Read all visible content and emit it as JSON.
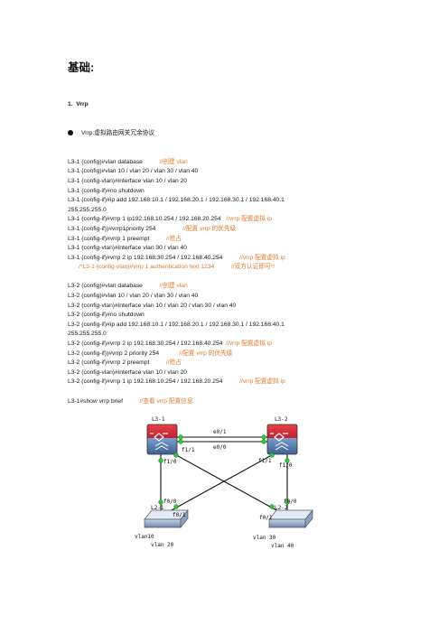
{
  "heading": "基础:",
  "section": {
    "number": "1.",
    "title": "Vrrp"
  },
  "intro": "Vrrp:虚拟路由网关冗余协议",
  "lines": [
    {
      "cmd": "L3-1 (config)#vlan database",
      "pad": "          ",
      "comment": "//创建 vlan"
    },
    {
      "cmd": "L3-1 (config)#vlan 10 / vlan 20 / vlan 30 / vlan 40",
      "pad": "",
      "comment": ""
    },
    {
      "cmd": "L3-1 (config-vlan)#interface vlan 10 / vlan 20",
      "pad": "",
      "comment": ""
    },
    {
      "cmd": "L3-1 (config-if)#no shutdown",
      "pad": "",
      "comment": ""
    },
    {
      "cmd": "L3-1 (config-if)#ip add 192.168.10.1 / 192.168.20.1 / 192.168.30.1 / 192.168.40.1",
      "pad": "",
      "comment": ""
    },
    {
      "cmd": "255.255.255.0",
      "pad": "",
      "comment": ""
    },
    {
      "cmd": "L3-1 (config-if)#vrrp 1 ip192.168.10.254 / 192.168.20.254",
      "pad": "   ",
      "comment": "//vrrp 配置虚拟 ip"
    },
    {
      "cmd": "L3-1 (config-if))#vrrp1priority 254",
      "pad": "                ",
      "comment": "//配置 vrrp 的优先级"
    },
    {
      "cmd": "L3-1 (config-if)#vrrp 1 preempt",
      "pad": "          ",
      "comment": "//抢占"
    },
    {
      "cmd": "L3-1 (config-vlan)#interface vlan 30 / vlan 40",
      "pad": "",
      "comment": ""
    },
    {
      "cmd": "L3-1 (config-if)#vrrp 2 ip 192.168.30.254 / 192.168.40.254",
      "pad": "          ",
      "comment": "//vrrp 配置虚拟 ip"
    },
    {
      "cmd": "",
      "pad": "",
      "comment": "/*L3-1 (config-vlan)#vrrp 1 authentication text 1234          //双方认证即可*/",
      "indent": true
    },
    {
      "cmd": "",
      "pad": "",
      "comment": "",
      "gap": true
    },
    {
      "cmd": "L3-2 (config)#vlan database",
      "pad": "          ",
      "comment": "//创建 vlan"
    },
    {
      "cmd": "L3-2 (config)#vlan 10 / vlan 20 / vlan 30 / vlan 40",
      "pad": "",
      "comment": ""
    },
    {
      "cmd": "L3-2 (config-vlan)#interface vlan 10 / vlan 20 / vlan 30 / vlan 40",
      "pad": "",
      "comment": ""
    },
    {
      "cmd": "L3-2 (config-if)#no shutdown",
      "pad": "",
      "comment": ""
    },
    {
      "cmd": "L3-2 (config-if)#ip add 192.168.10.1 / 192.168.20.1 / 192.168.30.1 / 192.168.40.1",
      "pad": "",
      "comment": ""
    },
    {
      "cmd": "255.255.255.0",
      "pad": "",
      "comment": ""
    },
    {
      "cmd": "L3-2 (config-if)#vrrp 2 ip 192.168.30.254 / 192.168.40.254",
      "pad": "  ",
      "comment": "//vrrp 配置虚拟 ip"
    },
    {
      "cmd": "L3-2 (config-if))#vrrp 2 priority 254",
      "pad": "            ",
      "comment": "//配置 vrrp 的优先级"
    },
    {
      "cmd": "L3-2 (config-if)#vrrp 2 preempt",
      "pad": "          ",
      "comment": "//抢占"
    },
    {
      "cmd": "L3-2 (config-vlan)#interface vlan 10 / vlan 20",
      "pad": "",
      "comment": ""
    },
    {
      "cmd": "L3-2 (config-if)#vrrp 1 ip 192.168.10.254 / 192.168.20.254",
      "pad": "          ",
      "comment": "//vrrp 配置虚拟 ip"
    },
    {
      "cmd": "",
      "pad": "",
      "comment": "",
      "gap": true
    },
    {
      "cmd": "L3-1#show vrrp brief",
      "pad": "          ",
      "comment": "//查看 vrrp 配置信息"
    }
  ],
  "diagram": {
    "l3_1": "L3-1",
    "l3_2": "L3-2",
    "e01": "e0/1",
    "e00": "e0/0",
    "l3_1_f11": "f1/1",
    "l3_1_f10": "f1/0",
    "l3_2_f11": "f1/1",
    "l3_2_f10": "f1/0",
    "l2_1": "L2-1",
    "l2_2": "L2-2",
    "l2_1_f00": "f0/0",
    "l2_1_f01": "f0/1",
    "l2_2_f00": "f0/0",
    "l2_2_f01": "f0/1",
    "vlan10": "vlan10",
    "vlan20": "vlan 20",
    "vlan30": "vlan 30",
    "vlan40": "vlan 40"
  }
}
